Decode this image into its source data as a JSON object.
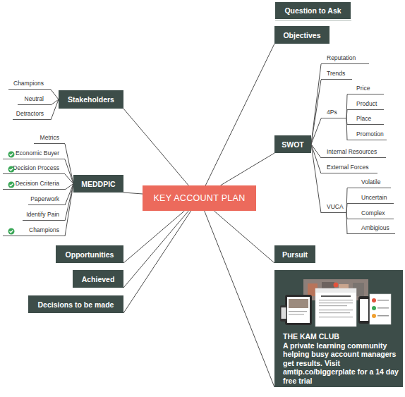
{
  "diagram": {
    "nodes": [
      {
        "text": [
          "KEY ACCOUNT PLAN"
        ]
      },
      {
        "text": [
          "Question to Ask"
        ]
      },
      {
        "text": [
          "Objectives"
        ]
      },
      {
        "text": [
          "SWOT"
        ]
      },
      {
        "text": [
          "Reputation"
        ]
      },
      {
        "text": [
          "Trends"
        ]
      },
      {
        "text": [
          "4Ps"
        ]
      },
      {
        "text": [
          "Price"
        ]
      },
      {
        "text": [
          "Product"
        ]
      },
      {
        "text": [
          "Place"
        ]
      },
      {
        "text": [
          "Promotion"
        ]
      },
      {
        "text": [
          "Internal Resources"
        ]
      },
      {
        "text": [
          "External Forces"
        ]
      },
      {
        "text": [
          "VUCA"
        ]
      },
      {
        "text": [
          "Volatile"
        ]
      },
      {
        "text": [
          "Uncertain"
        ]
      },
      {
        "text": [
          "Complex"
        ]
      },
      {
        "text": [
          "Ambigious"
        ]
      },
      {
        "text": [
          "Pursuit"
        ]
      },
      {
        "text": [
          "THE KAM CLUB",
          "A private learning community helping busy account managers get results. Visit amtip.co/biggerplate for a 14 day free trial"
        ]
      },
      {
        "text": [
          "Stakeholders"
        ]
      },
      {
        "text": [
          "Champions"
        ]
      },
      {
        "text": [
          "Neutral"
        ]
      },
      {
        "text": [
          "Detractors"
        ]
      },
      {
        "text": [
          "MEDDPIC"
        ]
      },
      {
        "text": [
          "Metrics"
        ]
      },
      {
        "text": [
          "Economic Buyer"
        ]
      },
      {
        "text": [
          "Decision Process"
        ]
      },
      {
        "text": [
          "Decision Criteria"
        ]
      },
      {
        "text": [
          "Paperwork"
        ]
      },
      {
        "text": [
          "Identify Pain"
        ]
      },
      {
        "text": [
          "Champions"
        ]
      },
      {
        "text": [
          "Opportunities"
        ]
      },
      {
        "text": [
          "Achieved"
        ]
      },
      {
        "text": [
          "Decisions to be made"
        ]
      }
    ],
    "edges": [
      {
        "from": 0,
        "to": 2,
        "arrow": "none"
      },
      {
        "from": 0,
        "to": 3,
        "arrow": "none"
      },
      {
        "from": 3,
        "to": 4,
        "arrow": "none"
      },
      {
        "from": 3,
        "to": 5,
        "arrow": "none"
      },
      {
        "from": 3,
        "to": 6,
        "arrow": "none"
      },
      {
        "from": 6,
        "to": 7,
        "arrow": "none"
      },
      {
        "from": 6,
        "to": 8,
        "arrow": "none"
      },
      {
        "from": 6,
        "to": 9,
        "arrow": "none"
      },
      {
        "from": 6,
        "to": 10,
        "arrow": "none"
      },
      {
        "from": 3,
        "to": 11,
        "arrow": "none"
      },
      {
        "from": 3,
        "to": 12,
        "arrow": "none"
      },
      {
        "from": 3,
        "to": 13,
        "arrow": "none"
      },
      {
        "from": 13,
        "to": 14,
        "arrow": "none"
      },
      {
        "from": 13,
        "to": 15,
        "arrow": "none"
      },
      {
        "from": 13,
        "to": 16,
        "arrow": "none"
      },
      {
        "from": 13,
        "to": 17,
        "arrow": "none"
      },
      {
        "from": 0,
        "to": 18,
        "arrow": "none"
      },
      {
        "from": 0,
        "to": 19,
        "arrow": "none"
      },
      {
        "from": 0,
        "to": 20,
        "arrow": "none"
      },
      {
        "from": 20,
        "to": 21,
        "arrow": "none"
      },
      {
        "from": 20,
        "to": 22,
        "arrow": "none"
      },
      {
        "from": 20,
        "to": 23,
        "arrow": "none"
      },
      {
        "from": 0,
        "to": 24,
        "arrow": "none"
      },
      {
        "from": 24,
        "to": 25,
        "arrow": "none"
      },
      {
        "from": 24,
        "to": 26,
        "arrow": "none"
      },
      {
        "from": 24,
        "to": 27,
        "arrow": "none"
      },
      {
        "from": 24,
        "to": 28,
        "arrow": "none"
      },
      {
        "from": 24,
        "to": 29,
        "arrow": "none"
      },
      {
        "from": 24,
        "to": 30,
        "arrow": "none"
      },
      {
        "from": 24,
        "to": 31,
        "arrow": "none"
      },
      {
        "from": 0,
        "to": 32,
        "arrow": "none"
      },
      {
        "from": 0,
        "to": 33,
        "arrow": "none"
      },
      {
        "from": 0,
        "to": 34,
        "arrow": "none"
      }
    ]
  }
}
